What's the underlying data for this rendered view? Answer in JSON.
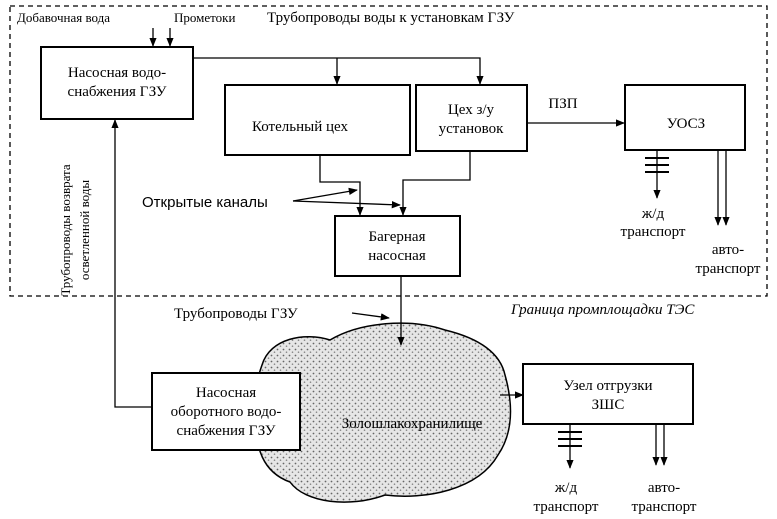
{
  "labels": {
    "make_up_water": "Добавочная вода",
    "leakages": "Прометоки",
    "pipelines_to_gzu": "Трубопроводы воды к установкам ГЗУ",
    "pump_supply_line1": "Насосная водо-",
    "pump_supply_line2": "снабжения ГЗУ",
    "boiler_shop": "Котельный цех",
    "ash_shop_line1": "Цех з/у",
    "ash_shop_line2": "установок",
    "pzp": "ПЗП",
    "uosz": "УОСЗ",
    "open_channels": "Открытые каналы",
    "bager_line1": "Багерная",
    "bager_line2": "насосная",
    "return_pipes_line1": "Трубопроводы возврата",
    "return_pipes_line2": "осветленной воды",
    "rail_transport_1_line1": "ж/д",
    "rail_transport_1_line2": "транспорт",
    "auto_transport_1_line1": "авто-",
    "auto_transport_1_line2": "транспорт",
    "border_label": "Граница промплощадки ТЭС",
    "gzu_pipelines": "Трубопроводы ГЗУ",
    "recirc_pump_line1": "Насосная",
    "recirc_pump_line2": "оборотного водо-",
    "recirc_pump_line3": "снабжения ГЗУ",
    "ash_storage": "Золошлакохранилище",
    "shipping_node_line1": "Узел отгрузки",
    "shipping_node_line2": "ЗШС",
    "rail_transport_2_line1": "ж/д",
    "rail_transport_2_line2": "транспорт",
    "auto_transport_2_line1": "авто-",
    "auto_transport_2_line2": "транспорт"
  }
}
